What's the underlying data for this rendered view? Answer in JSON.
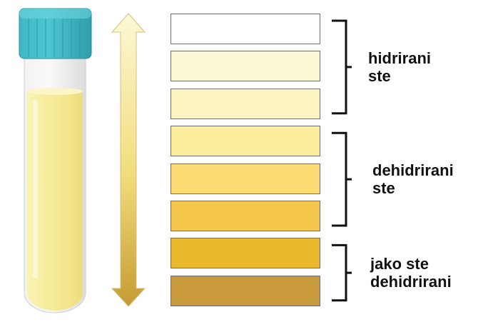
{
  "colors": {
    "cap": "#4ec7d3",
    "tube_liquid": "#f6ec9c",
    "arrow_top": "#fbf8d6",
    "arrow_bottom": "#c59b32",
    "bracket": "#111111"
  },
  "scale": {
    "swatch_colors": [
      "#ffffff",
      "#fbf9d5",
      "#fcf5c2",
      "#fdee9e",
      "#fddc73",
      "#f5c84d",
      "#e9b82c",
      "#c99a3b"
    ]
  },
  "groups": [
    {
      "label": "hidrirani\nste",
      "swatches": [
        0,
        2
      ]
    },
    {
      "label": "dehidrirani\nste",
      "swatches": [
        3,
        5
      ]
    },
    {
      "label": "jako ste\ndehidrirani",
      "swatches": [
        6,
        7
      ]
    }
  ]
}
